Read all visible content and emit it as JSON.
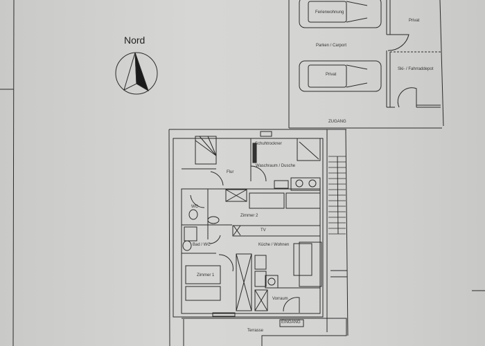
{
  "plan": {
    "compass": {
      "label": "Nord",
      "icon": "north-arrow-icon"
    },
    "parking": {
      "area_label": "Parken / Carport",
      "car_top_label": "Ferienwohnung",
      "car_bottom_label": "Privat",
      "private_room_label": "Privat",
      "ski_room_label": "Ski- / Fahrraddepot"
    },
    "access_label": "ZUGANG",
    "rooms": {
      "dryer": "Schuhtrockner",
      "laundry": "Waschraum / Dusche",
      "hall": "Flur",
      "wc": "WC",
      "room2": "Zimmer 2",
      "tv": "TV",
      "bath": "Bad / WC",
      "kitchen": "Küche / Wohnen",
      "room1": "Zimmer 1",
      "vestibule": "Vorraum",
      "entrance": "EINGANG",
      "terrace": "Terrasse"
    }
  }
}
